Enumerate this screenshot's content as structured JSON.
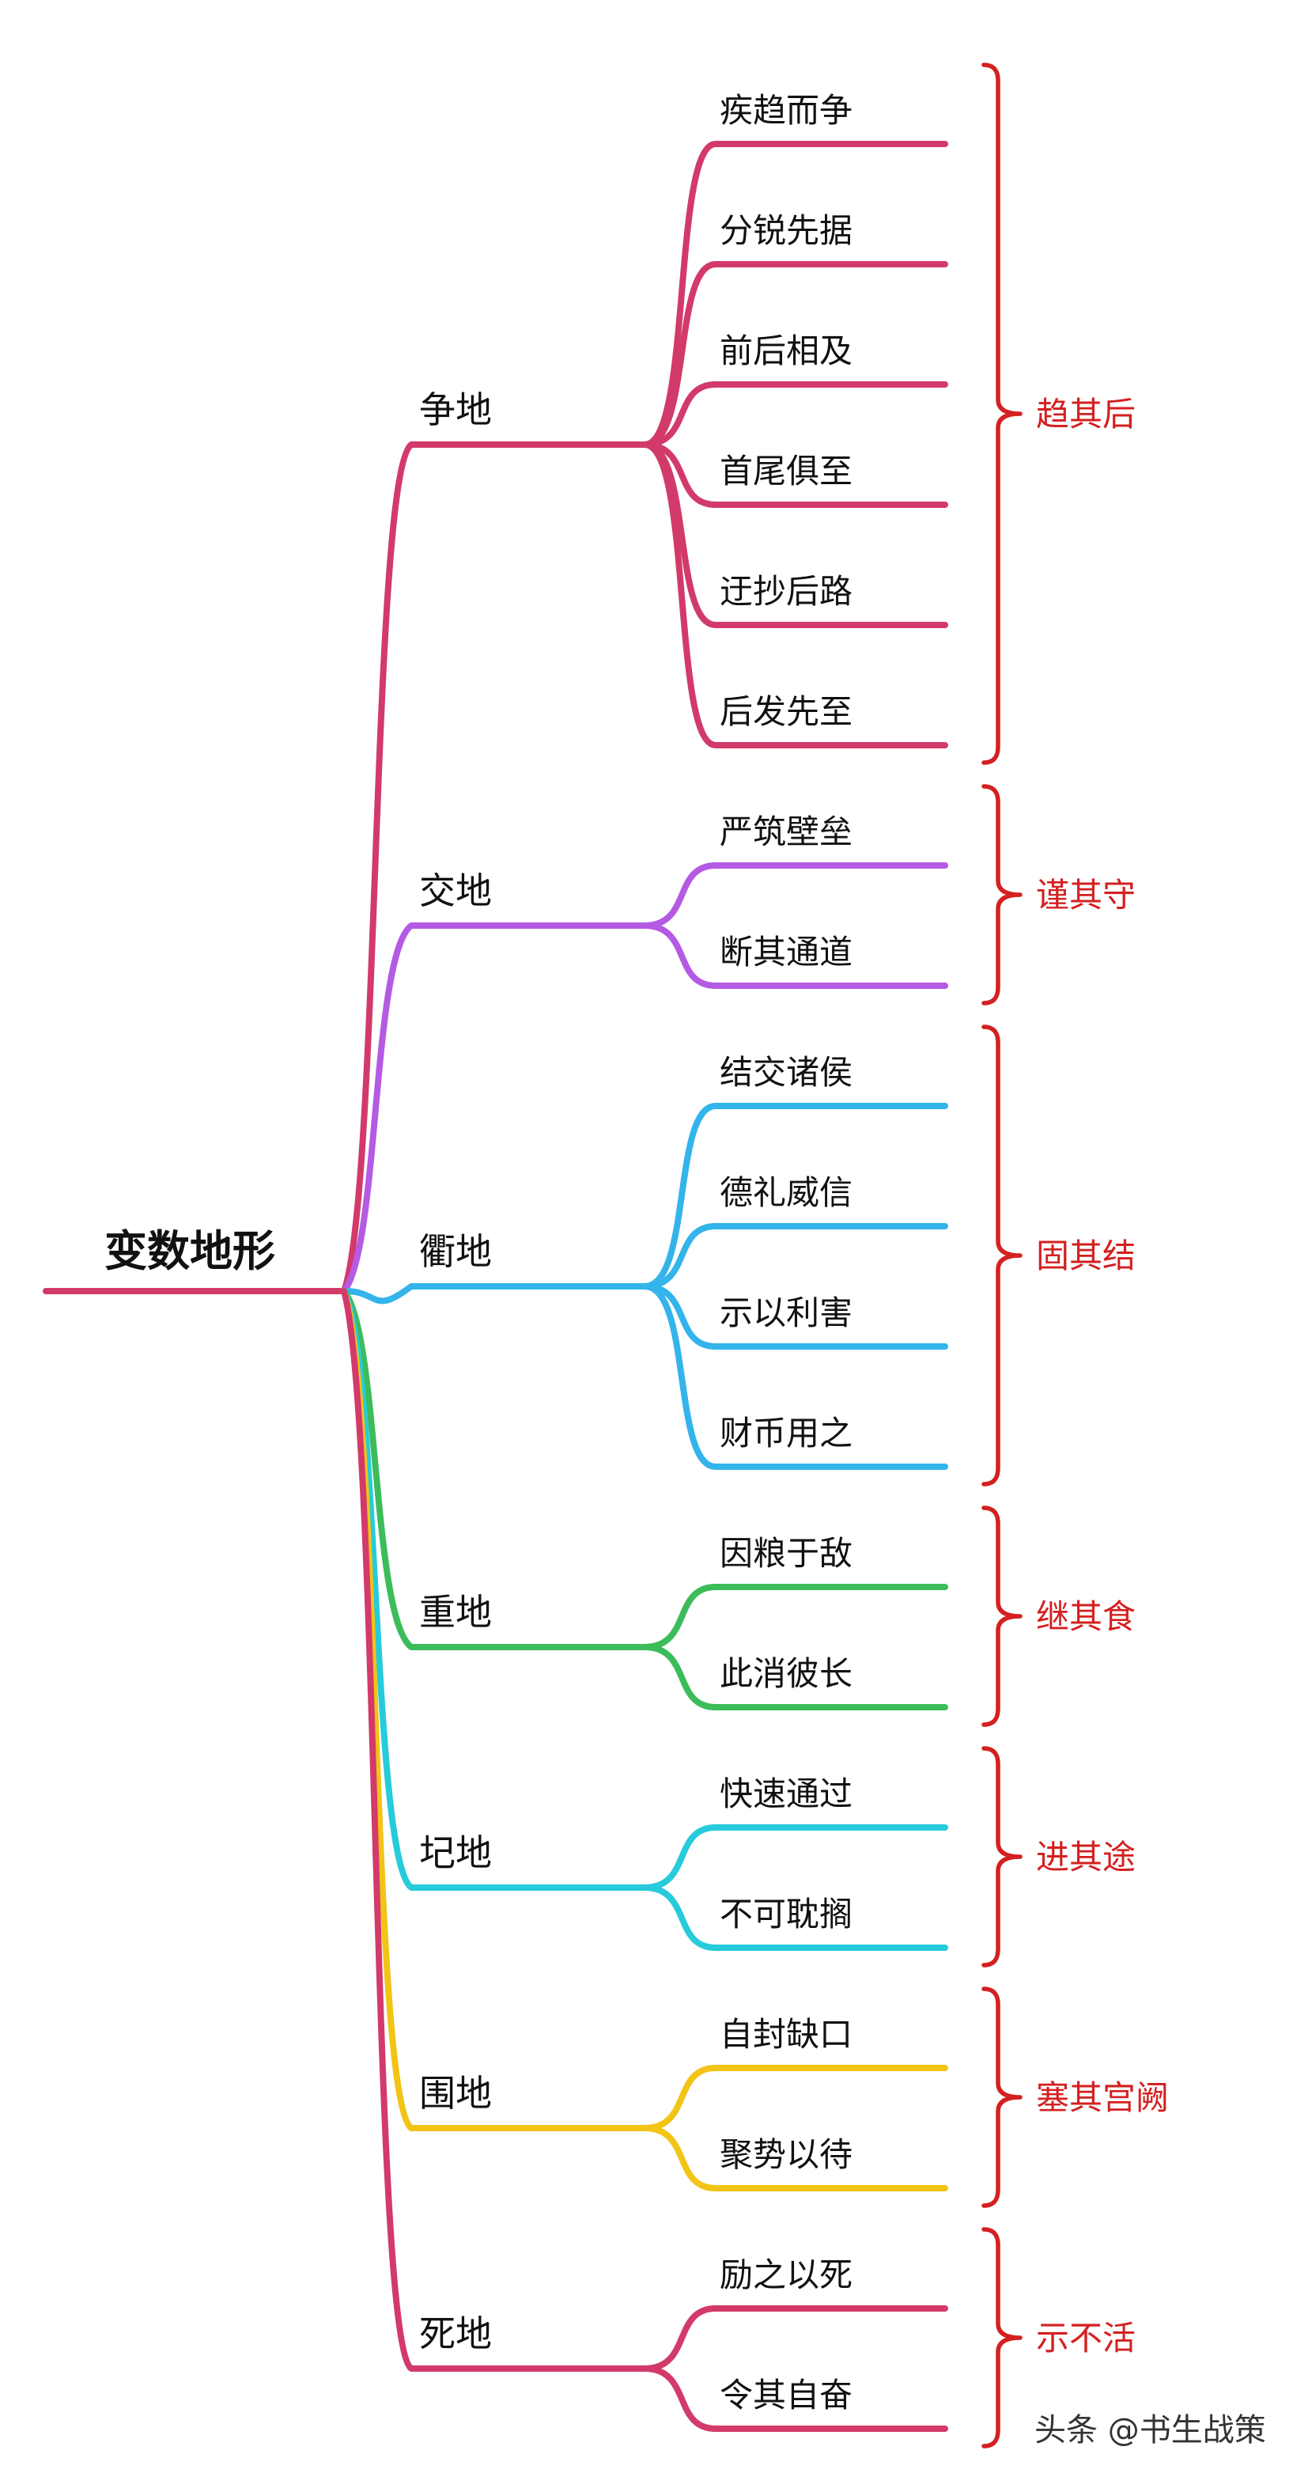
{
  "root": {
    "label": "变数地形",
    "color": "#d23a6a"
  },
  "branches": [
    {
      "label": "争地",
      "color": "#d23a6a",
      "summary": "趋其后",
      "children": [
        "疾趋而争",
        "分锐先据",
        "前后相及",
        "首尾俱至",
        "迂抄后路",
        "后发先至"
      ]
    },
    {
      "label": "交地",
      "color": "#b45ae3",
      "summary": "谨其守",
      "children": [
        "严筑壁垒",
        "断其通道"
      ]
    },
    {
      "label": "衢地",
      "color": "#33b4ea",
      "summary": "固其结",
      "children": [
        "结交诸侯",
        "德礼威信",
        "示以利害",
        "财币用之"
      ]
    },
    {
      "label": "重地",
      "color": "#3cbc5a",
      "summary": "继其食",
      "children": [
        "因粮于敌",
        "此消彼长"
      ]
    },
    {
      "label": "圮地",
      "color": "#27cbdb",
      "summary": "进其途",
      "children": [
        "快速通过",
        "不可耽搁"
      ]
    },
    {
      "label": "围地",
      "color": "#f2c416",
      "summary": "塞其宫阙",
      "children": [
        "自封缺口",
        "聚势以待"
      ]
    },
    {
      "label": "死地",
      "color": "#d23a6a",
      "summary": "示不活",
      "children": [
        "励之以死",
        "令其自奋"
      ]
    }
  ],
  "summary_color": "#d42020",
  "watermark": "头条 @书生战策"
}
